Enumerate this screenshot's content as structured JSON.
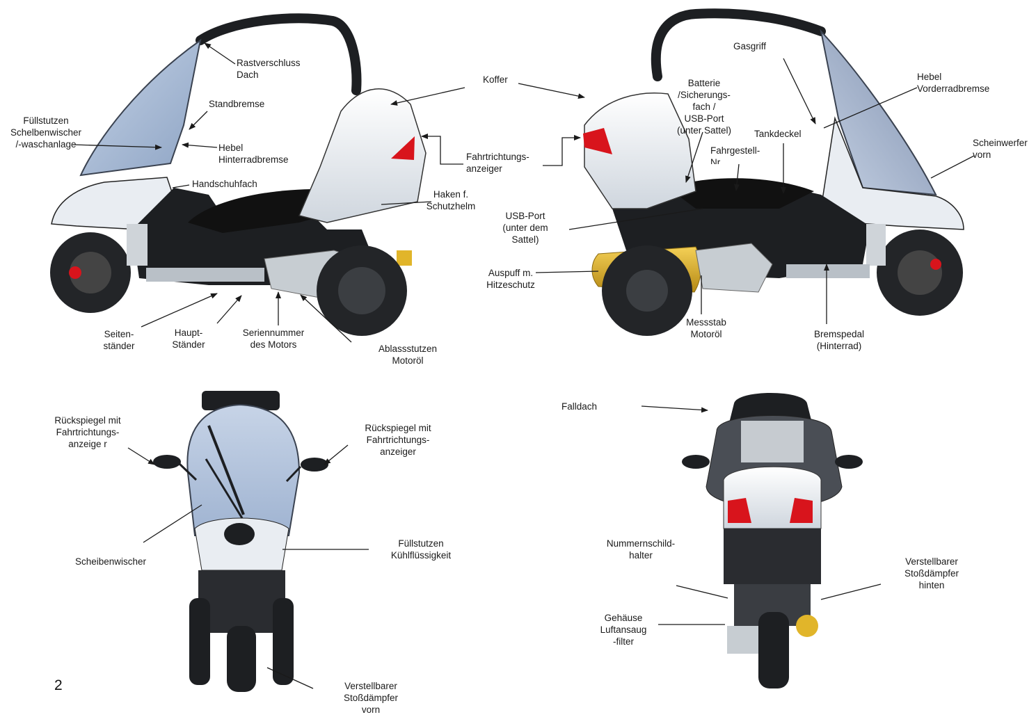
{
  "page_number": "2",
  "colors": {
    "body_white": "#e9edf2",
    "body_dark": "#1d1f22",
    "windshield": "#a9bcd6",
    "indicator_red": "#d8141c",
    "exhaust_yellow": "#e1b52a",
    "engine_grey": "#c7cdd2",
    "rim_dark": "#232528",
    "line": "#1a1a1a"
  },
  "labels": {
    "rastverschluss_dach": "Rastverschluss\nDach",
    "standbremse": "Standbremse",
    "fuellstutzen_scheibenwischer": "Füllstutzen\nSchelbenwischer\n/-waschanlage",
    "hebel_hinterradbremse": "Hebel\nHinterradbremse",
    "handschuhfach": "Handschuhfach",
    "koffer": "Koffer",
    "fahrtrichtungsanzeiger": "Fahrtrichtungs-\nanzeiger",
    "haken_schutzhelm": "Haken f.\nSchutzhelm",
    "seitenstaender": "Seiten-\nständer",
    "hauptstaender": "Haupt-\nStänder",
    "seriennummer_motor": "Seriennummer\ndes Motors",
    "ablassstutzen_motoroel": "Ablassstutzen\nMotoröl",
    "gasgriff": "Gasgriff",
    "batterie_fach": "Batterie\n/Sicherungs-\nfach /\nUSB-Port\n(unter Sattel)",
    "hebel_vorderradbremse": "Hebel\nVorderradbremse",
    "tankdeckel": "Tankdeckel",
    "fahrgestell_nr": "Fahrgestell-\nNr",
    "scheinwerfer_vorn": "Scheinwerfer\nvorn",
    "usb_port": "USB-Port\n(unter dem\nSattel)",
    "auspuff": "Auspuff m.\nHitzeschutz",
    "messstab": "Messstab\nMotoröl",
    "bremspedal": "Bremspedal\n(Hinterrad)",
    "rueckspiegel_links": "Rückspiegel mit\nFahrtrichtungs-\nanzeige r",
    "rueckspiegel_rechts": "Rückspiegel mit\nFahrtrichtungs-\nanzeiger",
    "scheibenwischer": "Scheibenwischer",
    "fuellstutzen_kuehl": "Füllstutzen\nKühlflüssigkeit",
    "verstellbarer_vorn": "Verstellbarer\nStoßdämpfer\nvorn",
    "falldach": "Falldach",
    "nummernschildhalter": "Nummernschild-\nhalter",
    "verstellbarer_hinten": "Verstellbarer\nStoßdämpfer\nhinten",
    "gehaeuse_luftfilter": "Gehäuse\nLuftansaug\n-filter"
  }
}
